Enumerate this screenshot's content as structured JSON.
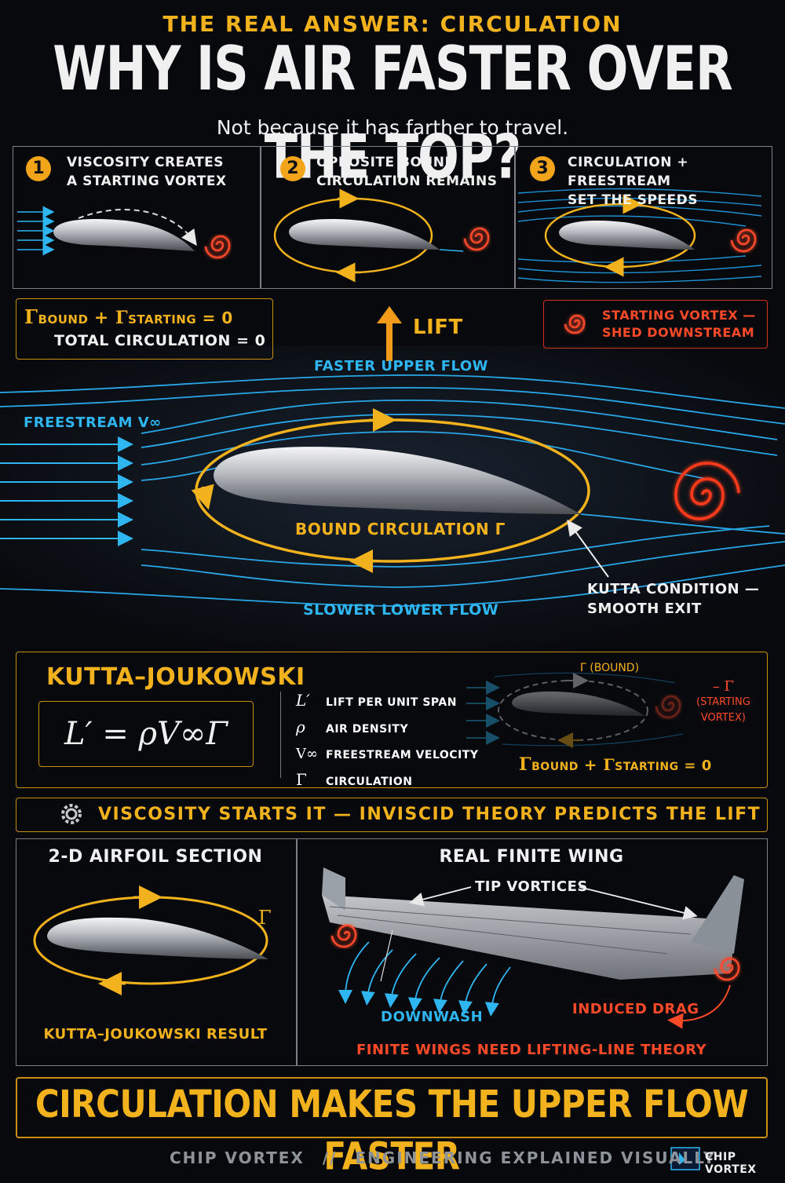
{
  "header": {
    "kicker": "THE REAL ANSWER: CIRCULATION",
    "title": "WHY IS AIR FASTER OVER THE TOP?",
    "subtitle": "Not because it has farther to travel."
  },
  "steps": [
    {
      "number": "1",
      "line1": "VISCOSITY CREATES",
      "line2": "A STARTING VORTEX"
    },
    {
      "number": "2",
      "line1": "OPPOSITE BOUND",
      "line2": "CIRCULATION REMAINS"
    },
    {
      "number": "3",
      "line1": "CIRCULATION + FREESTREAM",
      "line2": "SET THE SPEEDS"
    }
  ],
  "main": {
    "equation_line1": "Γ",
    "equation_bound": "BOUND",
    "equation_plus": "+ Γ",
    "equation_starting": "STARTING",
    "equation_eq": "= 0",
    "equation_line2": "TOTAL CIRCULATION = 0",
    "lift": "LIFT",
    "starting_vortex_line1": "STARTING VORTEX —",
    "starting_vortex_line2": "SHED DOWNSTREAM",
    "faster_upper": "FASTER UPPER FLOW",
    "freestream": "FREESTREAM V∞",
    "bound_circulation": "BOUND CIRCULATION Γ",
    "kutta_line1": "KUTTA CONDITION —",
    "kutta_line2": "SMOOTH EXIT",
    "slower_lower": "SLOWER LOWER FLOW"
  },
  "kj": {
    "title": "KUTTA–JOUKOWSKI",
    "formula": "L′ = ρV∞Γ",
    "legend": [
      {
        "symbol": "L′",
        "text": "LIFT PER UNIT SPAN"
      },
      {
        "symbol": "ρ",
        "text": "AIR DENSITY"
      },
      {
        "symbol": "V∞",
        "text": "FREESTREAM VELOCITY"
      },
      {
        "symbol": "Γ",
        "text": "CIRCULATION"
      }
    ],
    "bound_label": "Γ (BOUND)",
    "start_label_1": "– Γ",
    "start_label_2": "(STARTING",
    "start_label_3": "VORTEX)",
    "sum_gamma1": "Γ",
    "sum_bound": "BOUND",
    "sum_plus": "+ Γ",
    "sum_starting": "STARTING",
    "sum_eq": "= 0"
  },
  "banner": {
    "text": "VISCOSITY STARTS IT — INVISCID THEORY PREDICTS THE LIFT"
  },
  "section2d": {
    "title": "2-D AIRFOIL SECTION",
    "gamma": "Γ",
    "result": "KUTTA–JOUKOWSKI RESULT"
  },
  "wing": {
    "title": "REAL FINITE WING",
    "tip_vortices": "TIP VORTICES",
    "downwash": "DOWNWASH",
    "induced_drag": "INDUCED DRAG",
    "lifting_line": "FINITE WINGS NEED LIFTING-LINE THEORY"
  },
  "bottom": {
    "text": "CIRCULATION MAKES THE UPPER FLOW FASTER"
  },
  "footer": {
    "left": "CHIP VORTEX",
    "sep": "//",
    "right": "ENGINEERING EXPLAINED VISUALLY",
    "logo": "CHIP VORTEX"
  },
  "colors": {
    "accent": "#f2b21e",
    "flow": "#2fb6f0",
    "vortex": "#ff4a2a"
  }
}
